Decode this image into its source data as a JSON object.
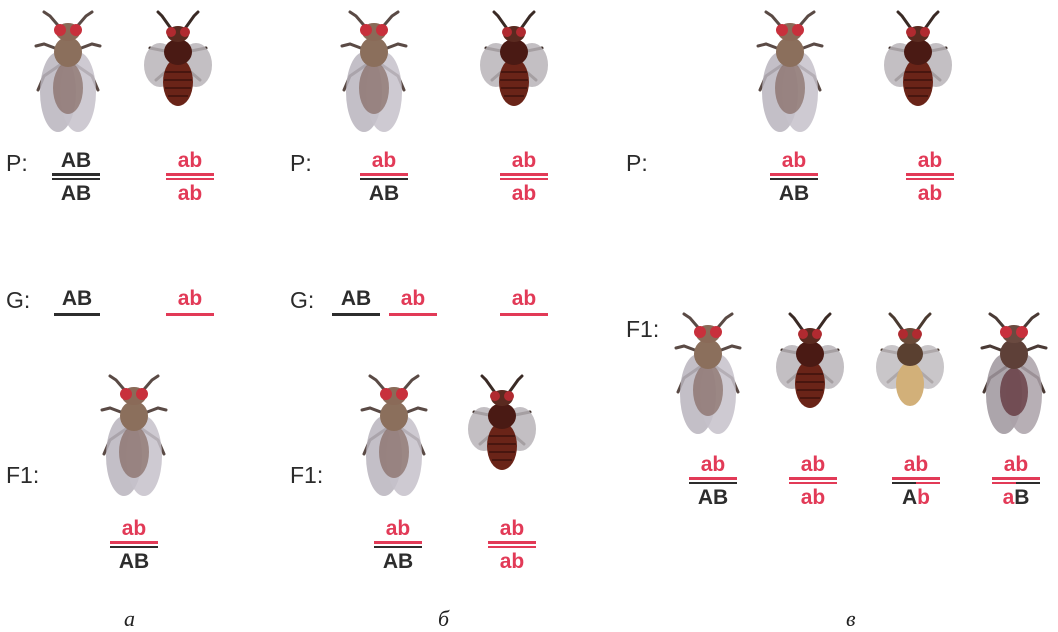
{
  "colors": {
    "red": "#e23a57",
    "dark": "#2d2d2d"
  },
  "panels": {
    "a": {
      "caption": "а",
      "p_label": "P:",
      "g_label": "G:",
      "f1_label": "F1:",
      "p_left": {
        "top": "AB",
        "bottom": "AB"
      },
      "p_right": {
        "top": "ab",
        "bottom": "ab"
      },
      "gametes_left": "AB",
      "gametes_right": "ab",
      "f1": [
        {
          "top": "ab",
          "bottom": "AB"
        }
      ]
    },
    "b": {
      "caption": "б",
      "p_label": "P:",
      "g_label": "G:",
      "f1_label": "F1:",
      "p_left": {
        "top": "ab",
        "bottom": "AB"
      },
      "p_right": {
        "top": "ab",
        "bottom": "ab"
      },
      "gametes_left": [
        "AB",
        "ab"
      ],
      "gametes_right": "ab",
      "f1": [
        {
          "top": "ab",
          "bottom": "AB"
        },
        {
          "top": "ab",
          "bottom": "ab"
        }
      ]
    },
    "c": {
      "caption": "в",
      "p_label": "P:",
      "f1_label": "F1:",
      "p_left": {
        "top": "ab",
        "bottom": "AB"
      },
      "p_right": {
        "top": "ab",
        "bottom": "ab"
      },
      "f1": [
        {
          "top": "ab",
          "bottom": "AB"
        },
        {
          "top": "ab",
          "bottom": "ab"
        },
        {
          "top": "ab",
          "bottom_parts": [
            "A",
            "b"
          ]
        },
        {
          "top": "ab",
          "bottom_parts": [
            "a",
            "B"
          ]
        }
      ]
    }
  }
}
